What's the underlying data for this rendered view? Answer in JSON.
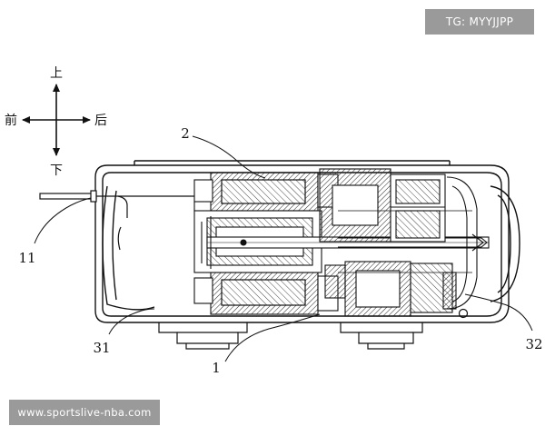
{
  "watermark_top": "TG: MYYJJPP",
  "watermark_bottom": "www.sportslive-nba.com",
  "compass": {
    "up": "上",
    "down": "下",
    "front": "前",
    "back": "后"
  },
  "labels": {
    "l2": "2",
    "l11": "11",
    "l31": "31",
    "l1": "1",
    "l32": "32"
  }
}
